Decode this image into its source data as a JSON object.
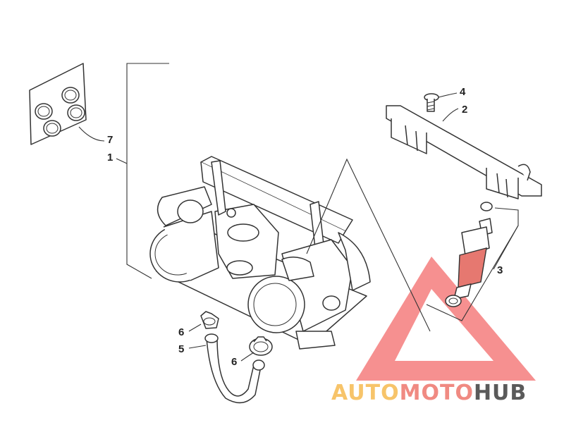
{
  "callouts": {
    "c1": "1",
    "c2": "2",
    "c3": "3",
    "c4": "4",
    "c5": "5",
    "c6a": "6",
    "c6b": "6",
    "c7": "7"
  },
  "watermark": {
    "auto": "AUTO",
    "moto": "MOTO",
    "hub": "HUB",
    "colors": {
      "auto": "#f7c46a",
      "moto": "#f08a82",
      "hub": "#5a5a5a",
      "triangle": "#f36b6b"
    }
  }
}
